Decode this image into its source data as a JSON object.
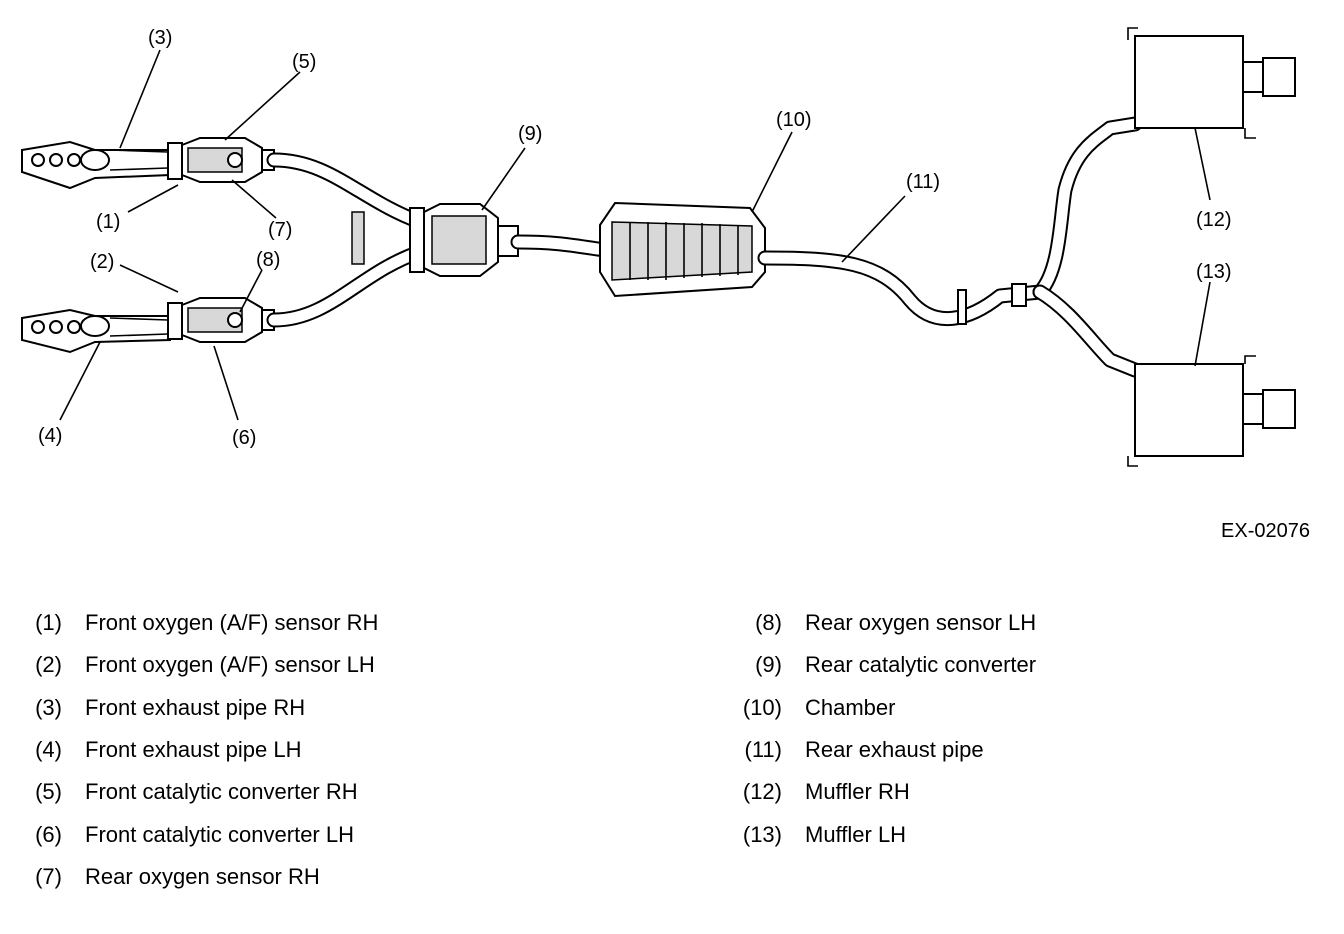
{
  "figure_code": "EX-02076",
  "callouts": [
    {
      "id": "c1",
      "text": "(1)"
    },
    {
      "id": "c2",
      "text": "(2)"
    },
    {
      "id": "c3",
      "text": "(3)"
    },
    {
      "id": "c4",
      "text": "(4)"
    },
    {
      "id": "c5",
      "text": "(5)"
    },
    {
      "id": "c6",
      "text": "(6)"
    },
    {
      "id": "c7",
      "text": "(7)"
    },
    {
      "id": "c8",
      "text": "(8)"
    },
    {
      "id": "c9",
      "text": "(9)"
    },
    {
      "id": "c10",
      "text": "(10)"
    },
    {
      "id": "c11",
      "text": "(11)"
    },
    {
      "id": "c12",
      "text": "(12)"
    },
    {
      "id": "c13",
      "text": "(13)"
    }
  ],
  "legend": {
    "left": [
      {
        "num": "(1)",
        "label": "Front oxygen (A/F) sensor RH"
      },
      {
        "num": "(2)",
        "label": "Front oxygen (A/F) sensor LH"
      },
      {
        "num": "(3)",
        "label": "Front exhaust pipe RH"
      },
      {
        "num": "(4)",
        "label": "Front exhaust pipe LH"
      },
      {
        "num": "(5)",
        "label": "Front catalytic converter RH"
      },
      {
        "num": "(6)",
        "label": "Front catalytic converter LH"
      },
      {
        "num": "(7)",
        "label": "Rear oxygen sensor RH"
      }
    ],
    "right": [
      {
        "num": "(8)",
        "label": "Rear oxygen sensor LH"
      },
      {
        "num": "(9)",
        "label": "Rear catalytic converter"
      },
      {
        "num": "(10)",
        "label": "Chamber"
      },
      {
        "num": "(11)",
        "label": "Rear exhaust pipe"
      },
      {
        "num": "(12)",
        "label": "Muffler RH"
      },
      {
        "num": "(13)",
        "label": "Muffler LH"
      }
    ]
  }
}
